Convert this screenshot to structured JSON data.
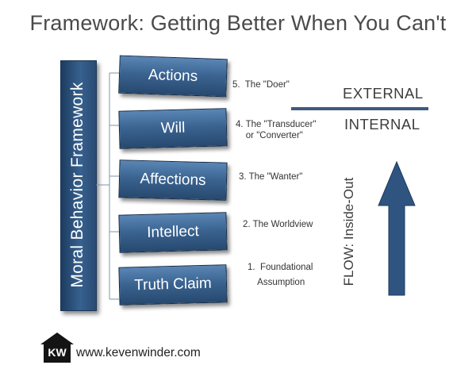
{
  "title": "Framework: Getting Better When You Can't",
  "framework_label": "Moral Behavior Framework",
  "levels": [
    {
      "label": "Actions",
      "description": "5.  The \"Doer\""
    },
    {
      "label": "Will",
      "description": "4. The \"Transducer\"\n    or \"Converter\""
    },
    {
      "label": "Affections",
      "description": "3. The \"Wanter\""
    },
    {
      "label": "Intellect",
      "description": "2. The Worldview"
    },
    {
      "label": "Truth Claim",
      "description": "1.  Foundational\n    Assumption"
    }
  ],
  "external_label": "EXTERNAL",
  "internal_label": "INTERNAL",
  "flow_label": "FLOW: Inside-Out",
  "logo_text": "KW",
  "website": "www.kevenwinder.com",
  "colors": {
    "box_blue": "#3b6491",
    "box_dark": "#27496f",
    "arrow_blue": "#2f5480"
  }
}
